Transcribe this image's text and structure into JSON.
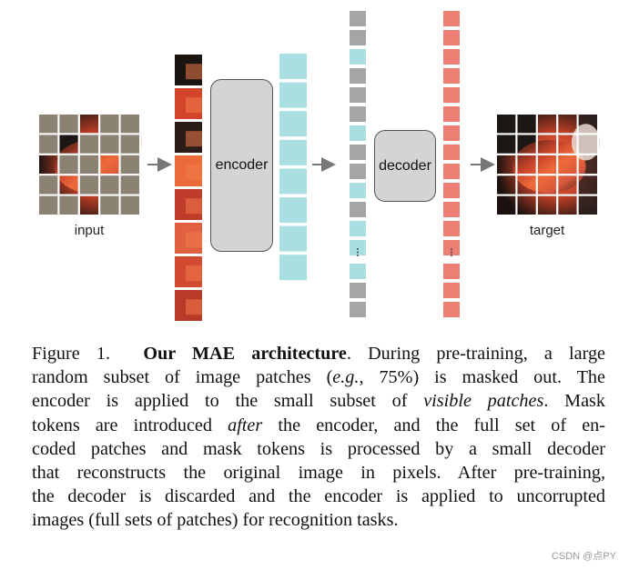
{
  "figure": {
    "input_label": "input",
    "target_label": "target",
    "encoder_label": "encoder",
    "decoder_label": "decoder",
    "colors": {
      "gray_patch": "#a7a4a7",
      "cyan_token": "#a9dfe0",
      "red_token": "#ec7e74",
      "mask_overlay": "#8c8273",
      "box_fill": "#d4d4d6",
      "arrow": "#777777"
    }
  },
  "caption": {
    "line1_prefix": "Figure 1.",
    "line1_bold": "Our MAE architecture",
    "line1_rest": ". During pre-training, a large",
    "line2_a": "random subset of image patches (",
    "line2_italic": "e.g.",
    "line2_b": ", 75%) is masked out. The",
    "line3_a": "encoder is applied to the small subset of",
    "line3_italic": "visible patches",
    "line3_b": ". Mask",
    "line4_a": "tokens are introduced",
    "line4_italic": "after",
    "line4_b": "the encoder, and the full set of en-",
    "line5": "coded patches and mask tokens is processed by a small decoder",
    "line6": "that reconstructs the original image in pixels. After pre-training,",
    "line7": "the decoder is discarded and the encoder is applied to uncorrupted",
    "line8": "images (full sets of patches) for recognition tasks."
  },
  "watermark": "CSDN @点PY"
}
